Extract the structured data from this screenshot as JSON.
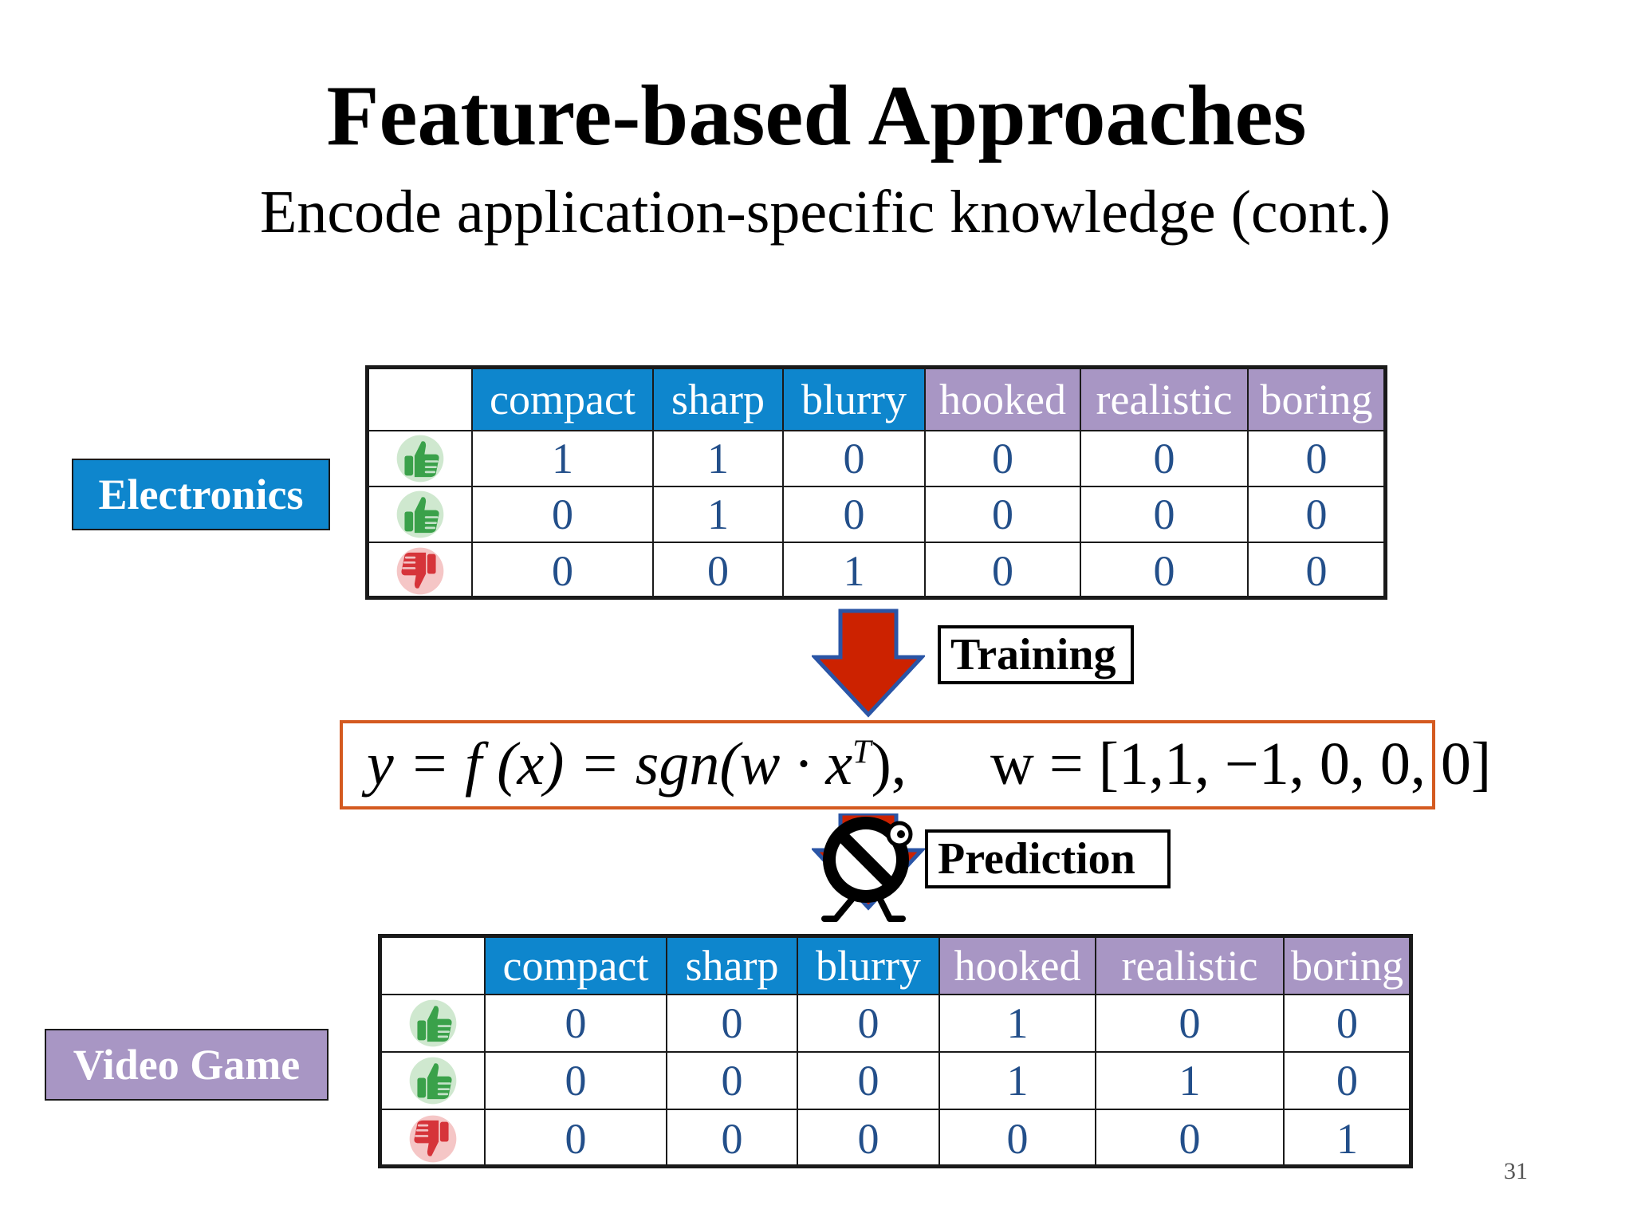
{
  "slide": {
    "title": "Feature-based Approaches",
    "subtitle": "Encode application-specific knowledge (cont.)",
    "page_number": "31"
  },
  "labels": {
    "electronics": "Electronics",
    "video_game": "Video Game",
    "training": "Training",
    "prediction": "Prediction"
  },
  "formula": {
    "left": "y = f (x) = sgn(w · x",
    "superscript": "T",
    "left_end": "),",
    "right": "w = [1,1, −1, 0, 0, 0]"
  },
  "colors": {
    "blue_header": "#0e86cd",
    "purple_header": "#a896c4",
    "value_text": "#234f8a",
    "arrow_red": "#cc2200",
    "formula_border": "#d45a20"
  },
  "electronics_table": {
    "columns": [
      "compact",
      "sharp",
      "blurry",
      "hooked",
      "realistic",
      "boring"
    ],
    "rows": [
      {
        "icon": "thumbs-up-icon",
        "values": [
          "1",
          "1",
          "0",
          "0",
          "0",
          "0"
        ]
      },
      {
        "icon": "thumbs-up-icon",
        "values": [
          "0",
          "1",
          "0",
          "0",
          "0",
          "0"
        ]
      },
      {
        "icon": "thumbs-down-icon",
        "values": [
          "0",
          "0",
          "1",
          "0",
          "0",
          "0"
        ]
      }
    ]
  },
  "video_game_table": {
    "columns": [
      "compact",
      "sharp",
      "blurry",
      "hooked",
      "realistic",
      "boring"
    ],
    "rows": [
      {
        "icon": "thumbs-up-icon",
        "values": [
          "0",
          "0",
          "0",
          "1",
          "0",
          "0"
        ]
      },
      {
        "icon": "thumbs-up-icon",
        "values": [
          "0",
          "0",
          "0",
          "1",
          "1",
          "0"
        ]
      },
      {
        "icon": "thumbs-down-icon",
        "values": [
          "0",
          "0",
          "0",
          "0",
          "0",
          "1"
        ]
      }
    ]
  }
}
